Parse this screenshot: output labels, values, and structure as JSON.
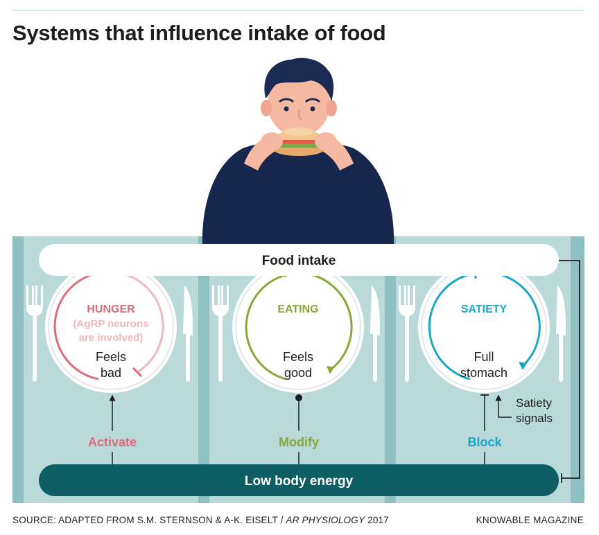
{
  "title": "Systems that influence intake of food",
  "food_intake_label": "Food intake",
  "low_energy_label": "Low body energy",
  "plates": [
    {
      "name": "HUNGER",
      "detail": [
        "(AgRP neurons",
        "are involved)"
      ],
      "state": [
        "Feels",
        "bad"
      ],
      "color": "#dc6b7c",
      "detail_color": "#efb7bf"
    },
    {
      "name": "EATING",
      "detail": [],
      "state": [
        "Feels",
        "good"
      ],
      "color": "#8aa63a",
      "detail_color": "#8aa63a"
    },
    {
      "name": "SATIETY",
      "detail": [],
      "state": [
        "Full",
        "stomach"
      ],
      "color": "#1aa6c9",
      "detail_color": "#1aa6c9"
    }
  ],
  "actions": [
    {
      "label": "Activate",
      "color": "#dc6b7c"
    },
    {
      "label": "Modify",
      "color": "#8aa63a"
    },
    {
      "label": "Block",
      "color": "#1aa6c9"
    }
  ],
  "satiety_signals": [
    "Satiety",
    "signals"
  ],
  "footer": {
    "source_prefix": "SOURCE: ADAPTED FROM S.M. STERNSON & A-K. EISELT / ",
    "source_journal": "AR PHYSIOLOGY",
    "source_year": " 2017",
    "brand": "KNOWABLE MAGAZINE"
  },
  "colors": {
    "table": "#b9dad9",
    "table_stripe": "#8fc0c1",
    "shirt": "#16264d",
    "skin": "#f5b8a0",
    "hair": "#1b2a52",
    "energy_bar": "#0e5d62",
    "arrows": "#1d1d1d"
  },
  "icons": [
    "fork-icon",
    "knife-icon",
    "burger-icon",
    "person-illustration"
  ]
}
